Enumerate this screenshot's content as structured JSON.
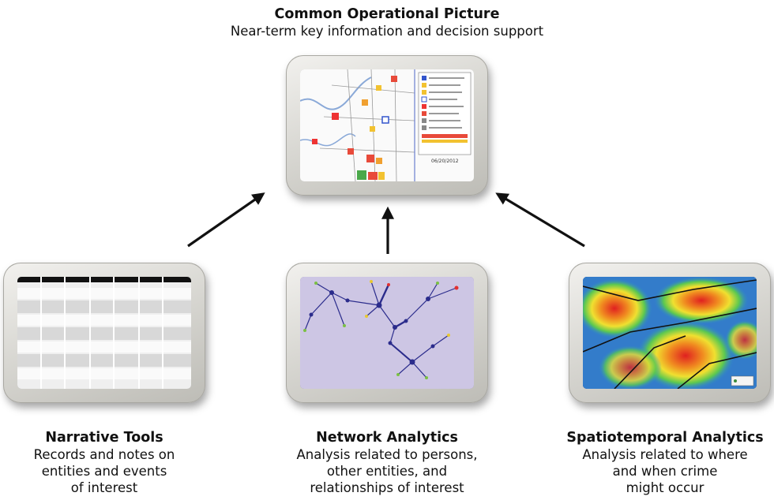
{
  "top": {
    "title": "Common Operational Picture",
    "desc": "Near-term key information and decision support",
    "map_date": "06/20/2012"
  },
  "nodes": [
    {
      "title": "Narrative Tools",
      "lines": [
        "Records and notes on",
        "entities and events",
        "of interest"
      ]
    },
    {
      "title": "Network Analytics",
      "lines": [
        "Analysis related to persons,",
        "other entities, and",
        "relationships of interest"
      ]
    },
    {
      "title": "Spatiotemporal Analytics",
      "lines": [
        "Analysis related to where",
        "and when crime",
        "might occur"
      ]
    }
  ],
  "colors": {
    "network_bg": "#cfc8e6",
    "node": "#2b2c8c",
    "arrow": "#111111"
  }
}
